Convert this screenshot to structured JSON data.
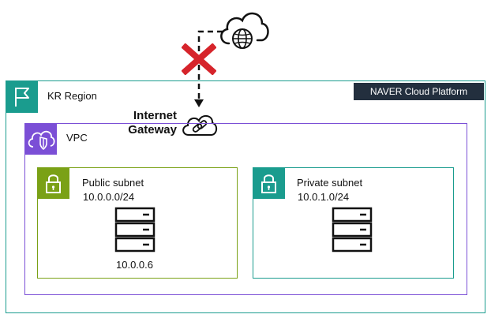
{
  "region": {
    "label": "KR Region",
    "brand": "NAVER Cloud Platform"
  },
  "gateway": {
    "label_line1": "Internet",
    "label_line2": "Gateway"
  },
  "vpc": {
    "label": "VPC"
  },
  "public_subnet": {
    "label": "Public subnet",
    "cidr": "10.0.0.0/24",
    "server_ip": "10.0.0.6"
  },
  "private_subnet": {
    "label": "Private subnet",
    "cidr": "10.0.1.0/24"
  },
  "colors": {
    "region": "#1a9c8e",
    "vpc": "#7b4fd6",
    "public_subnet": "#7aa116",
    "private_subnet": "#1a9c8e",
    "blocked_x": "#d6242b",
    "brand_badge": "#232f3e"
  },
  "icons": {
    "region": "flag-icon",
    "vpc": "cloud-shield-icon",
    "subnet": "lock-icon",
    "gateway": "cloud-link-icon",
    "internet": "cloud-globe-icon",
    "server": "server-rack-icon",
    "blocked": "x-mark-icon"
  }
}
